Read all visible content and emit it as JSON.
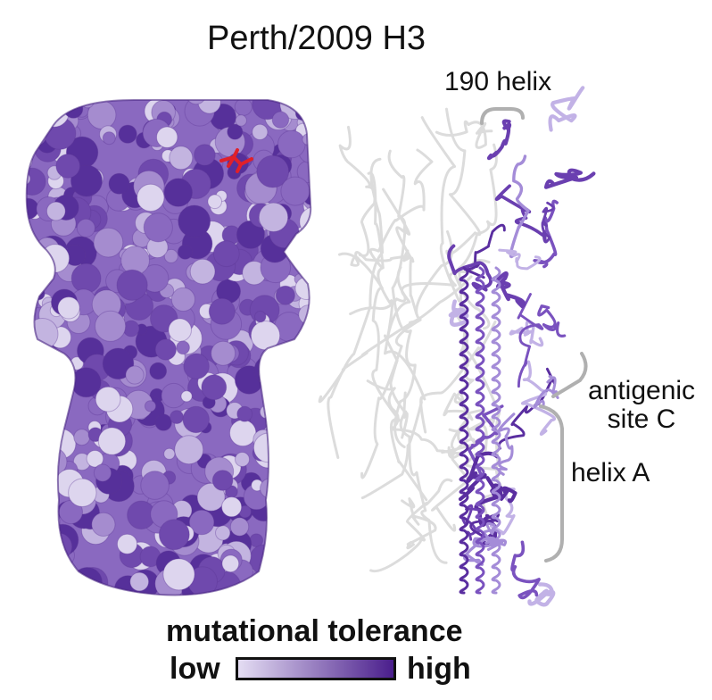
{
  "title": "Perth/2009 H3",
  "annotations": {
    "helix190": "190 helix",
    "antigenic_line1": "antigenic",
    "antigenic_line2": "site C",
    "helixA": "helix A"
  },
  "legend": {
    "title": "mutational tolerance",
    "low": "low",
    "high": "high",
    "color_low": "#e4ddf3",
    "color_high": "#4a1e8c"
  },
  "colors": {
    "surface_shades": [
      "#ddd5ee",
      "#c3b4e0",
      "#a58ccf",
      "#8a69c0",
      "#6f49ad",
      "#56309a"
    ],
    "ribbon_gray": "#d9d9d9",
    "ribbon_purple": "#6a3fb0",
    "ligand_red": "#e0202a",
    "bracket": "#b0b0b0"
  }
}
